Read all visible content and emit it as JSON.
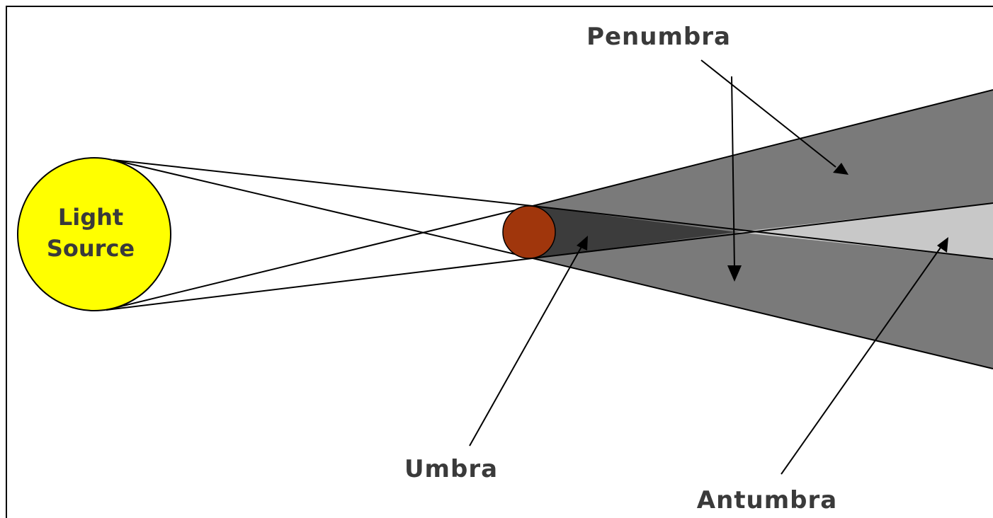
{
  "labels": {
    "light_source_line1": "Light",
    "light_source_line2": "Source",
    "penumbra": "Penumbra",
    "umbra": "Umbra",
    "antumbra": "Antumbra"
  },
  "colors": {
    "light_source": "#ffff00",
    "object": "#a0360c",
    "penumbra": "#7a7a7a",
    "umbra": "#3c3c3c",
    "antumbra": "#c8c8c8"
  }
}
